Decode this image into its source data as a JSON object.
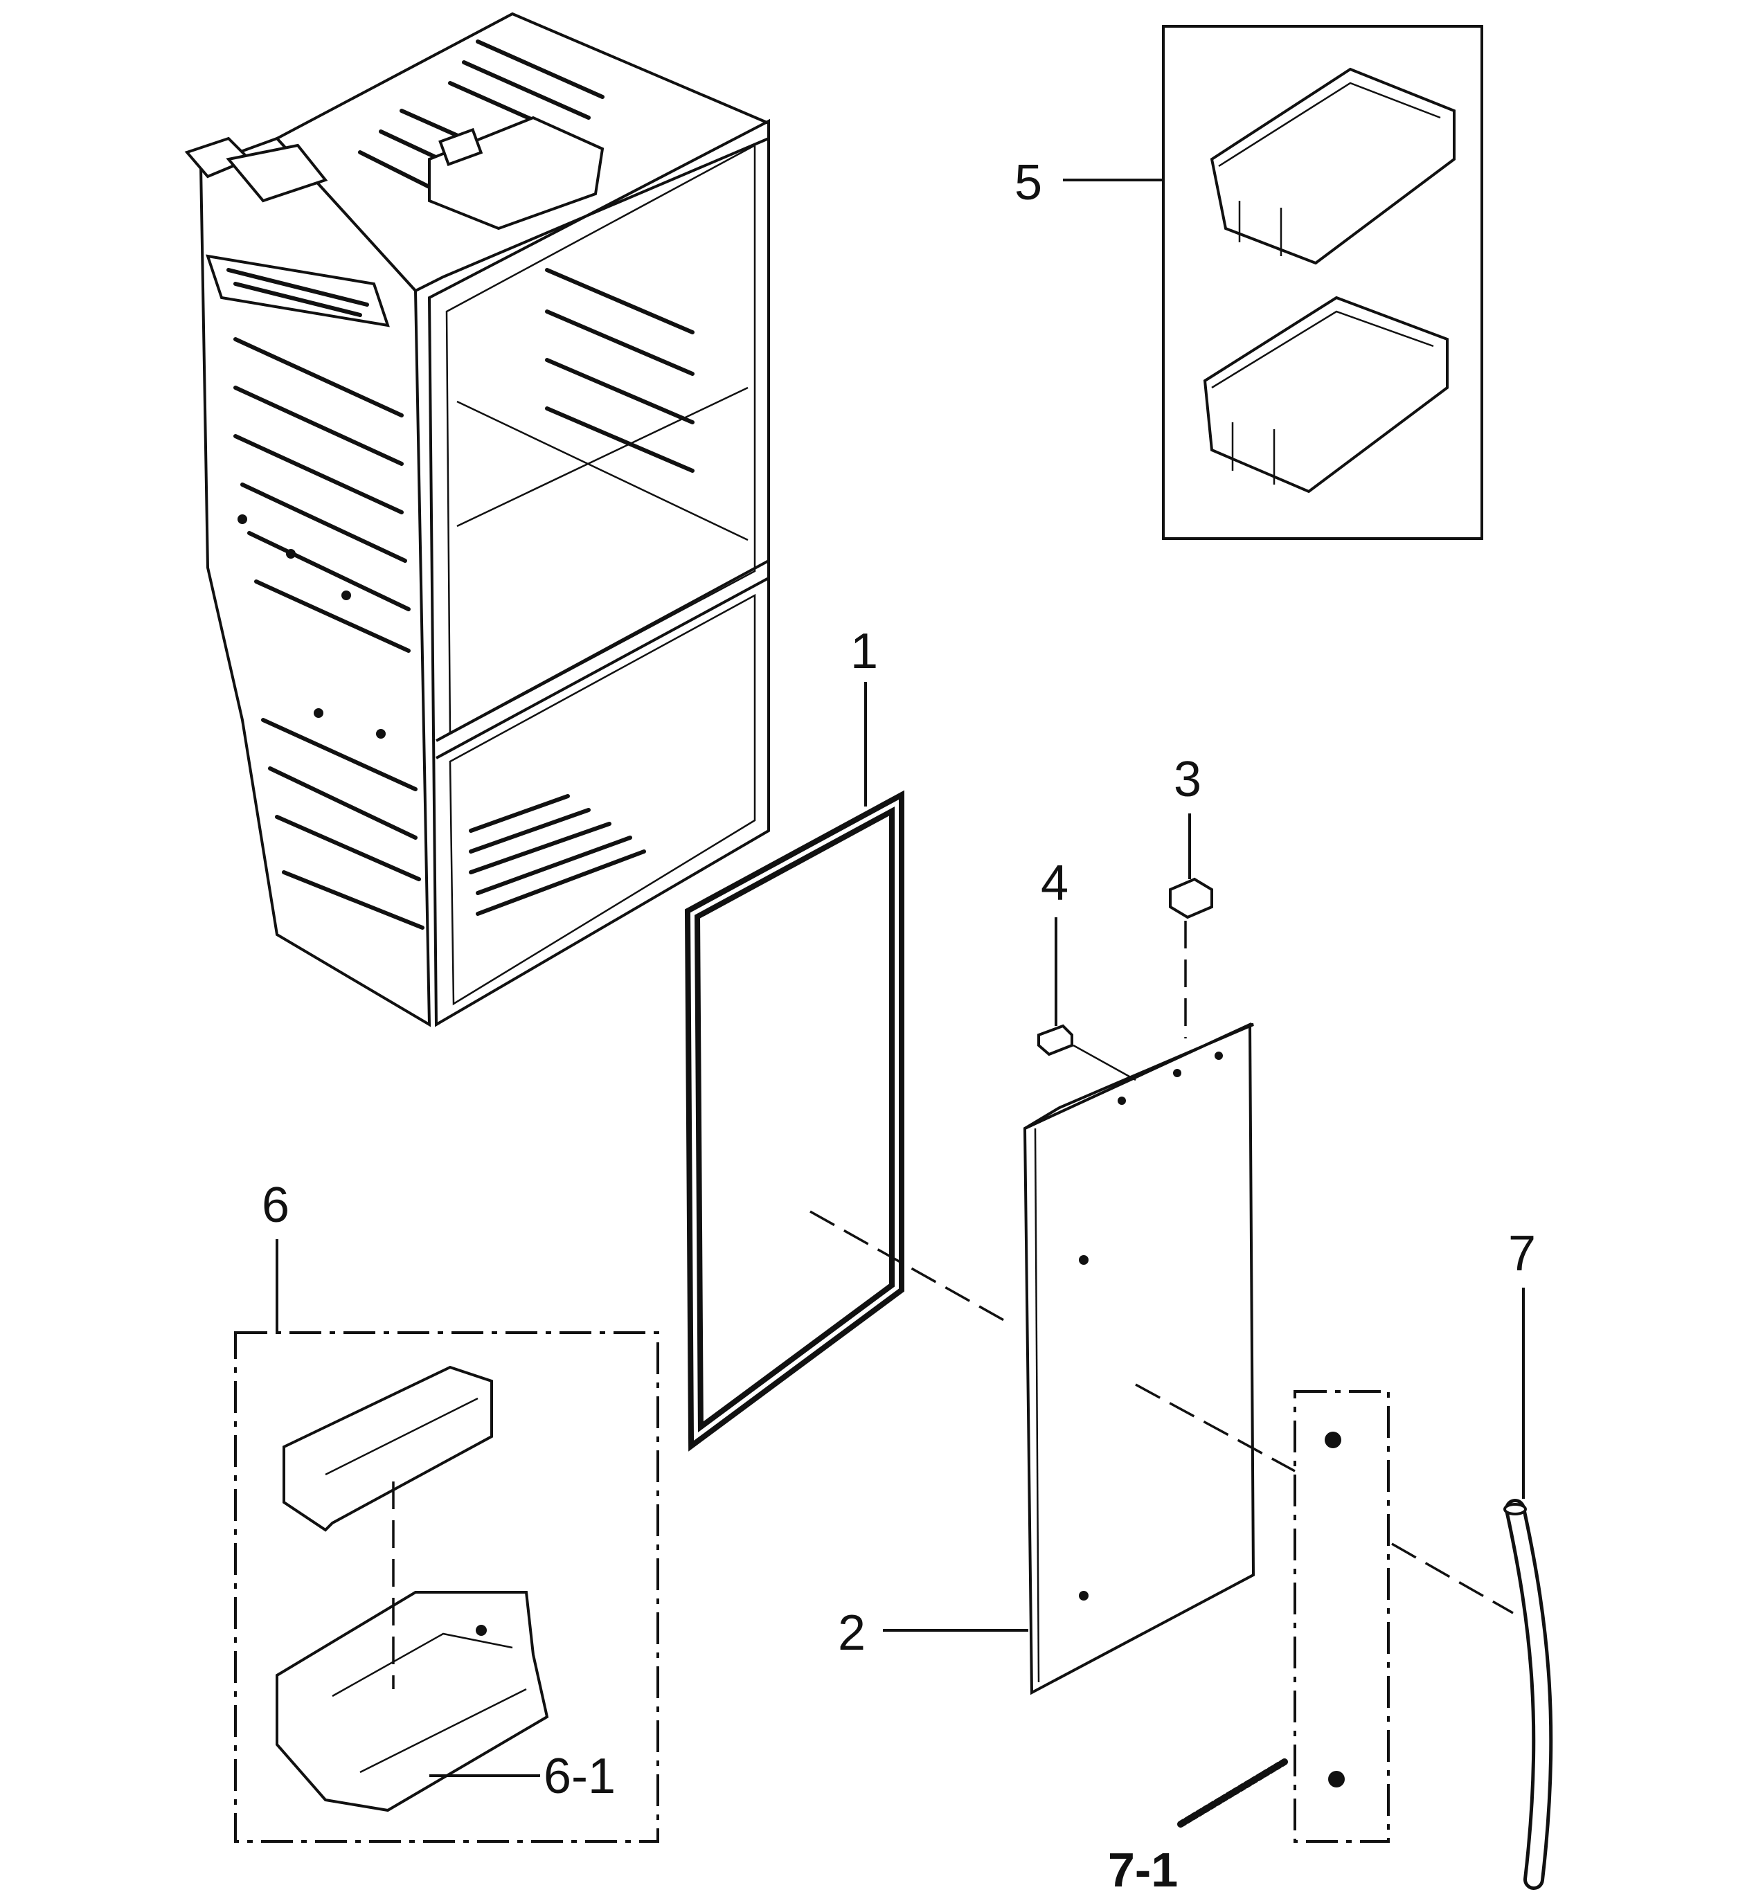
{
  "callouts": {
    "c1": "1",
    "c2": "2",
    "c3": "3",
    "c4": "4",
    "c5": "5",
    "c6": "6",
    "c6_1": "6-1",
    "c7": "7",
    "c7_1": "7-1"
  },
  "colors": {
    "line": "#111111",
    "background": "#ffffff"
  }
}
